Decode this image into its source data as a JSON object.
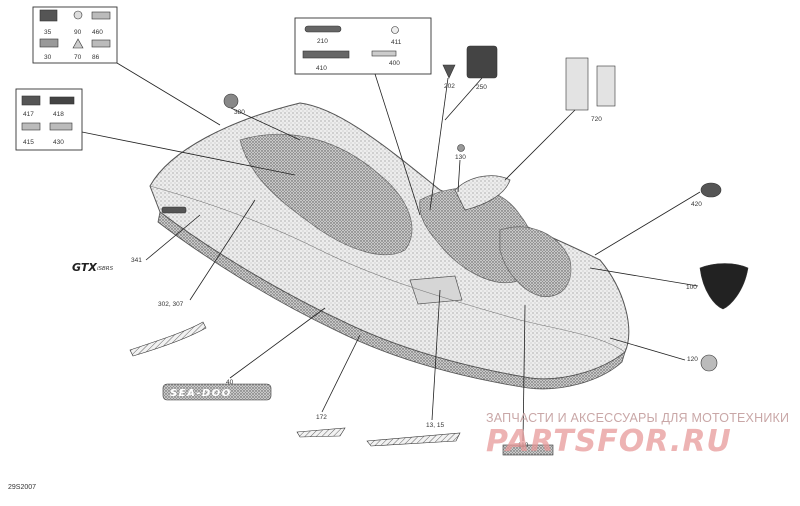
{
  "diagram": {
    "model_graphic": "GTX",
    "model_suffix": "iSBRS",
    "brand_decal": "SEA-DOO",
    "document_number": "29S2007",
    "callouts": {
      "c35": "35",
      "c90": "90",
      "c460": "460",
      "c30": "30",
      "c70": "70",
      "c86": "86",
      "c210": "210",
      "c411": "411",
      "c410": "410",
      "c400": "400",
      "c417": "417",
      "c418": "418",
      "c415": "415",
      "c430": "430",
      "c202": "202",
      "c250": "250",
      "c380": "380",
      "c720": "720",
      "c130": "130",
      "c420": "420",
      "c341": "341",
      "c302_307": "302, 307",
      "c100": "100",
      "c40": "40",
      "c172": "172",
      "c13_15": "13, 15",
      "c110": "110",
      "c120": "120"
    }
  },
  "watermark": {
    "tagline": "ЗАПЧАСТИ И АКСЕССУАРЫ ДЛЯ МОТОТЕХНИКИ",
    "brand": "PARTSFOR.RU"
  }
}
